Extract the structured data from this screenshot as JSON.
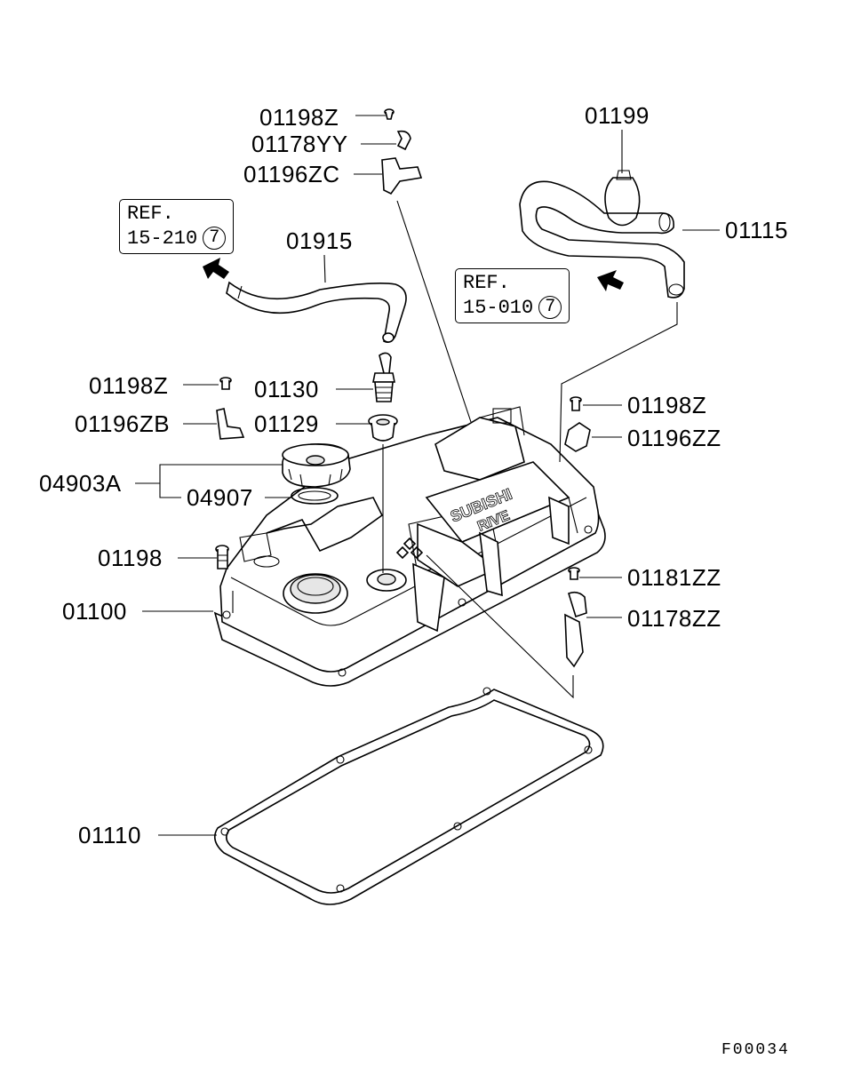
{
  "parts": {
    "p01198Z_top": "01198Z",
    "p01178YY": "01178YY",
    "p01196ZC": "01196ZC",
    "p01199": "01199",
    "p01915": "01915",
    "p01115": "01115",
    "p01198Z_left": "01198Z",
    "p01130": "01130",
    "p01196ZB": "01196ZB",
    "p01129": "01129",
    "p01198Z_right": "01198Z",
    "p01196ZZ": "01196ZZ",
    "p04903A": "04903A",
    "p04907": "04907",
    "p01198": "01198",
    "p01181ZZ": "01181ZZ",
    "p01100": "01100",
    "p01178ZZ": "01178ZZ",
    "p01110": "01110"
  },
  "refs": {
    "left": {
      "line1": "REF.",
      "line2": "15-210",
      "circle": "7"
    },
    "right": {
      "line1": "REF.",
      "line2": "15-010",
      "circle": "7"
    }
  },
  "cover_text": {
    "line1": "SUBISHI",
    "line2": "RIVE"
  },
  "diagram_code": "F00034",
  "icons": {
    "arrow_left": "arrow-icon",
    "arrow_right": "arrow-icon"
  }
}
